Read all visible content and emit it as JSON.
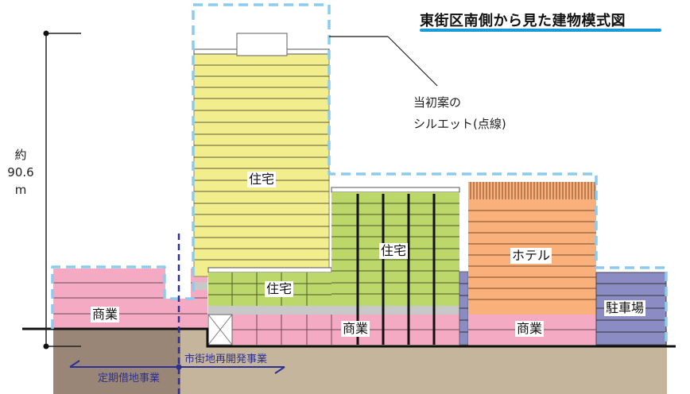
{
  "title": "東街区南側から見た建物模式図",
  "annotation": {
    "line1": "当初案の",
    "line2": "シルエット(点線)"
  },
  "height_marker": {
    "prefix": "約",
    "value": "90.6",
    "unit": "m"
  },
  "buildings": {
    "tower_residential": {
      "label": "住宅",
      "color": "#f2ee8e"
    },
    "low_residential": {
      "label": "住宅",
      "color": "#bcd86a"
    },
    "mid_residential": {
      "label": "住宅",
      "color": "#bcd86a"
    },
    "hotel": {
      "label": "ホテル",
      "color": "#f9b07a"
    },
    "parking": {
      "label": "駐車場",
      "color": "#8b8cc4"
    },
    "commercial_left": {
      "label": "商業",
      "color": "#f5aac4"
    },
    "commercial_center": {
      "label": "商業",
      "color": "#f5aac4"
    },
    "commercial_hotel": {
      "label": "商業",
      "color": "#f5aac4"
    }
  },
  "projects": {
    "left": "定期借地事業",
    "right": "市街地再開発事業"
  },
  "colors": {
    "silhouette_dash": "#8ccbee",
    "title_underline": "#1a9ad6",
    "ground": "#c4b59c",
    "ground_left": "#9a8677",
    "project_line": "#2e3192",
    "gray_band": "#c8c8c8"
  }
}
